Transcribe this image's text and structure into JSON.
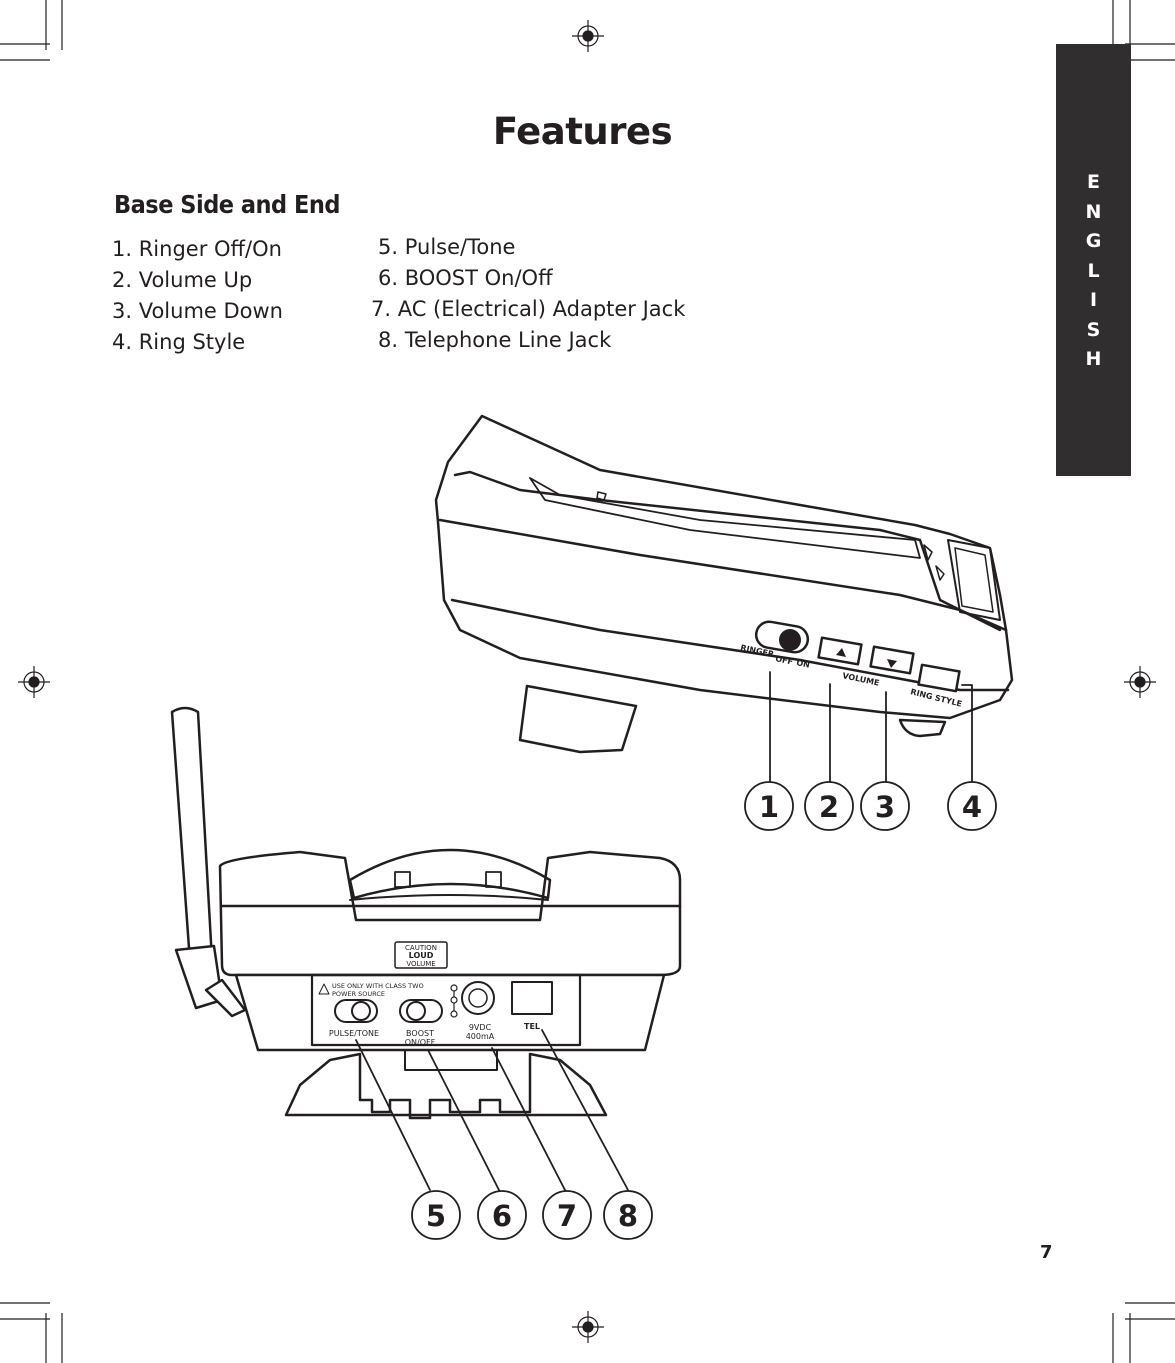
{
  "page": {
    "title": "Features",
    "subtitle": "Base Side and End",
    "language_tab": [
      "E",
      "N",
      "G",
      "L",
      "I",
      "S",
      "H"
    ],
    "page_number": "7"
  },
  "features_left": [
    "1. Ringer Off/On",
    "2. Volume Up",
    "3. Volume Down",
    "4. Ring Style"
  ],
  "features_right": [
    "5. Pulse/Tone",
    "6. BOOST On/Off",
    "7. AC (Electrical) Adapter Jack",
    "8. Telephone Line Jack"
  ],
  "base_side": {
    "ringer_label": "RINGER",
    "ringer_off": "OFF",
    "ringer_on": "ON",
    "volume_label": "VOLUME",
    "ring_style_label": "RING STYLE",
    "callouts": [
      "1",
      "2",
      "3",
      "4"
    ]
  },
  "base_end": {
    "caution_lines": [
      "CAUTION",
      "LOUD",
      "VOLUME"
    ],
    "power_warning_lines": [
      "USE ONLY WITH CLASS TWO",
      "POWER SOURCE"
    ],
    "pulse_tone_label": "PULSE/TONE",
    "boost_label_lines": [
      "BOOST",
      "ON/OFF"
    ],
    "power_rating_lines": [
      "9VDC",
      "400mA"
    ],
    "tel_label": "TEL",
    "callouts": [
      "5",
      "6",
      "7",
      "8"
    ]
  },
  "icons": [
    "registration-mark-icon",
    "crop-mark-icon",
    "warning-triangle-icon",
    "arrow-up-icon",
    "arrow-down-icon",
    "polarity-icon"
  ]
}
